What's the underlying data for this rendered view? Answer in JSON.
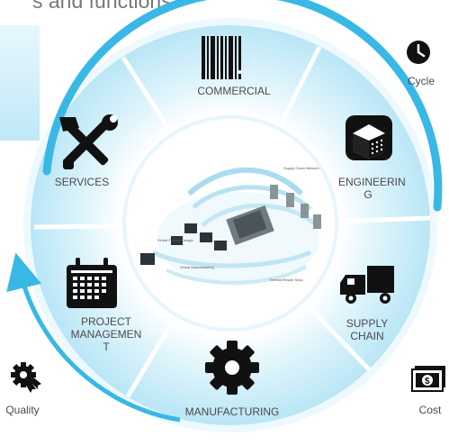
{
  "heading": "s and functions",
  "segments": {
    "commercial": "COMMERCIAL",
    "engineering_line1": "ENGINEERIN",
    "engineering_line2": "G",
    "supply_line1": "SUPPLY",
    "supply_line2": "CHAIN",
    "manufacturing": "MANUFACTURING",
    "pm_line1": "PROJECT",
    "pm_line2": "MANAGEMEN",
    "pm_line3": "T",
    "services": "SERVICES"
  },
  "outer": {
    "cycle": "Cycle",
    "quality": "Quality",
    "cost": "Cost"
  },
  "center_labels": {
    "a": "Supply Chain Network",
    "b": "Virtual Product Design",
    "c": "Virtual Manufacturing",
    "d": "Service/Repair Shop"
  },
  "icons": {
    "commercial": "barcode-icon",
    "engineering": "cube-icon",
    "supply": "truck-icon",
    "manufacturing": "gear-icon",
    "project_management": "calendar-icon",
    "services": "tools-icon",
    "cycle": "clock-icon",
    "quality": "award-gear-icon",
    "cost": "money-icon"
  },
  "colors": {
    "ring": "#cbeef9",
    "ring_dark": "#a8e0f3",
    "arc": "#39b8e6",
    "text": "#4a4a4a"
  }
}
